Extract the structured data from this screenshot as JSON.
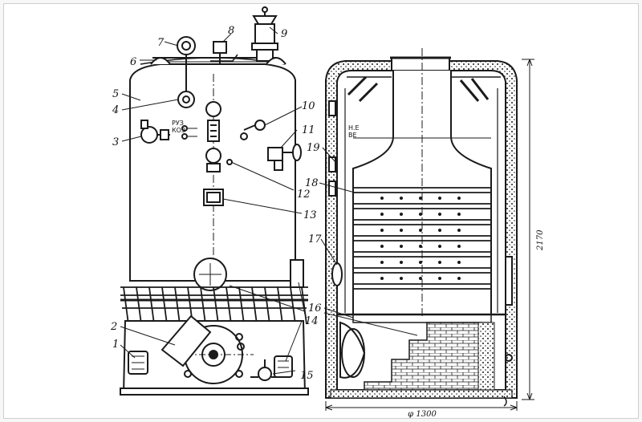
{
  "labels": [
    "1",
    "2",
    "3",
    "4",
    "5",
    "6",
    "7",
    "8",
    "9",
    "10",
    "11",
    "12",
    "13",
    "14",
    "15",
    "16",
    "17",
    "18",
    "19"
  ],
  "annotations": {
    "left_gauge": "РУЗ\nКОЗ",
    "right_gauge": "Н.Е\nВЕ"
  },
  "dimensions": {
    "height": "2170",
    "diameter": "φ 1300"
  },
  "colors": {
    "ink": "#1a1a1a",
    "paper": "#ffffff"
  }
}
